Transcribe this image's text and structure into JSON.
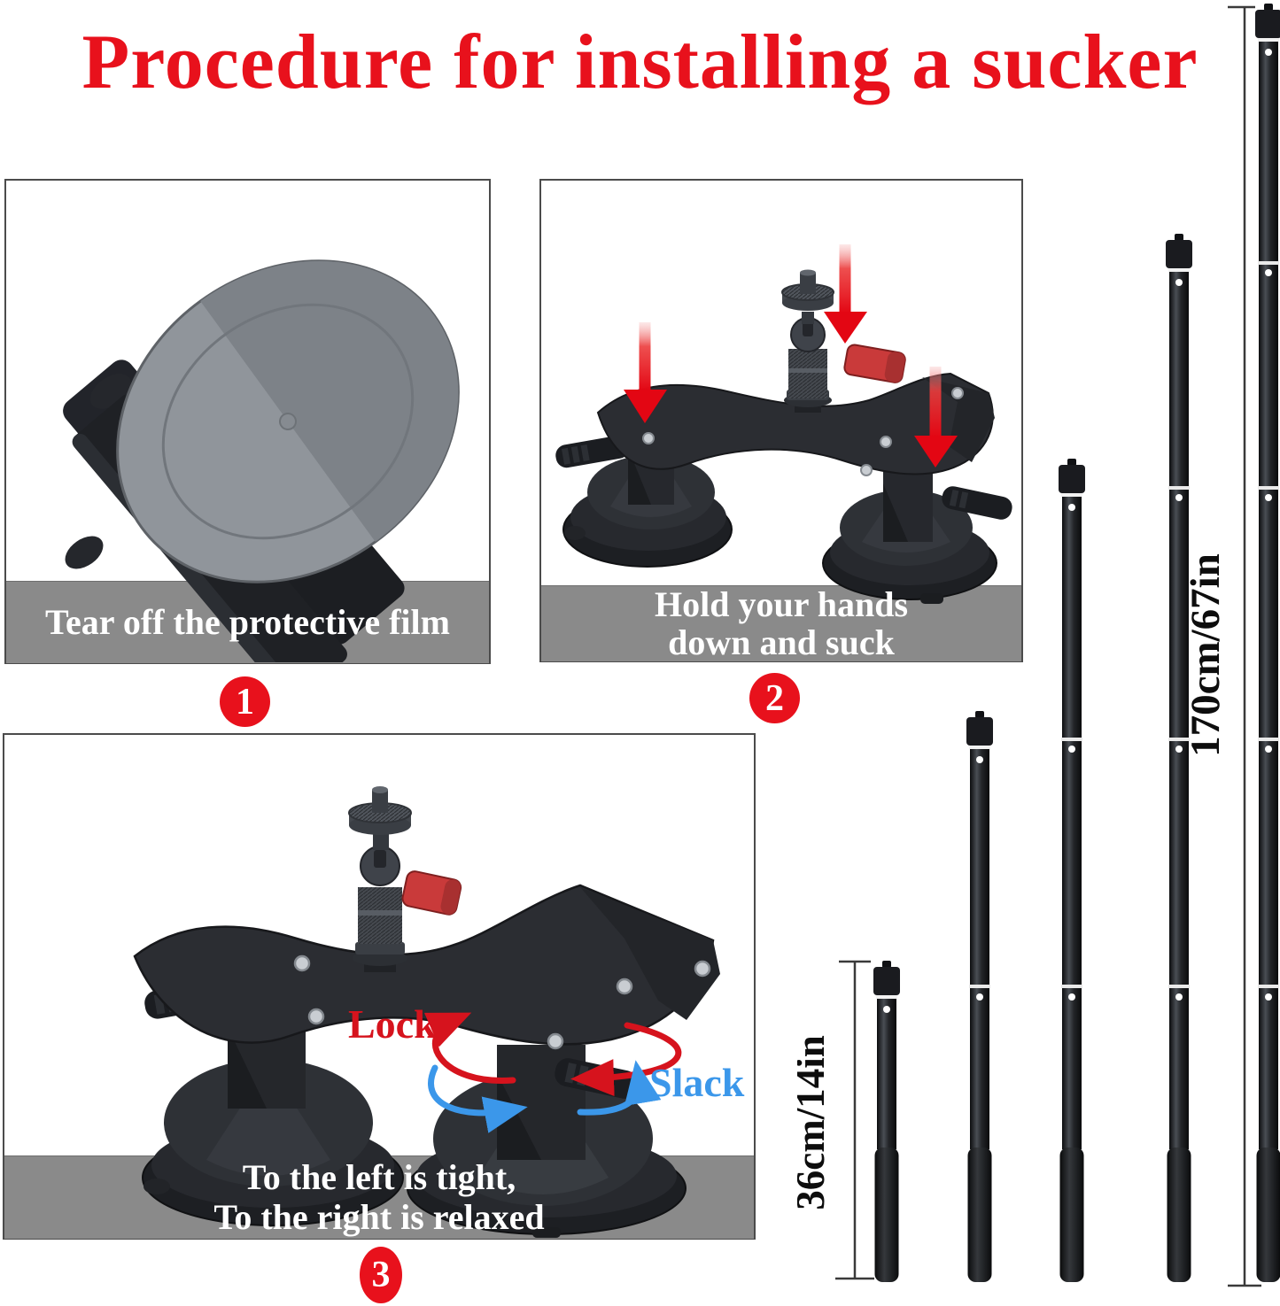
{
  "title": {
    "text": "Procedure for installing a sucker",
    "color": "#e8111c"
  },
  "steps": [
    {
      "number": "1",
      "caption_lines": [
        "Tear off the protective film"
      ]
    },
    {
      "number": "2",
      "caption_lines": [
        "Hold your hands",
        "down and suck"
      ]
    },
    {
      "number": "3",
      "caption_lines": [
        "To the left is tight,",
        "To the right is relaxed"
      ]
    }
  ],
  "annotations": {
    "lock": {
      "label": "Lock",
      "color": "#d6131d"
    },
    "slack": {
      "label": "Slack",
      "color": "#3b97ea"
    }
  },
  "measurements": {
    "extended_length": "170cm/67in",
    "collapsed_length": "36cm/14in"
  },
  "poles": {
    "count": 5
  },
  "colors": {
    "accent_red": "#e8111c",
    "caption_band_gray": "#8a8a8a",
    "caption_text": "#ffffff"
  }
}
